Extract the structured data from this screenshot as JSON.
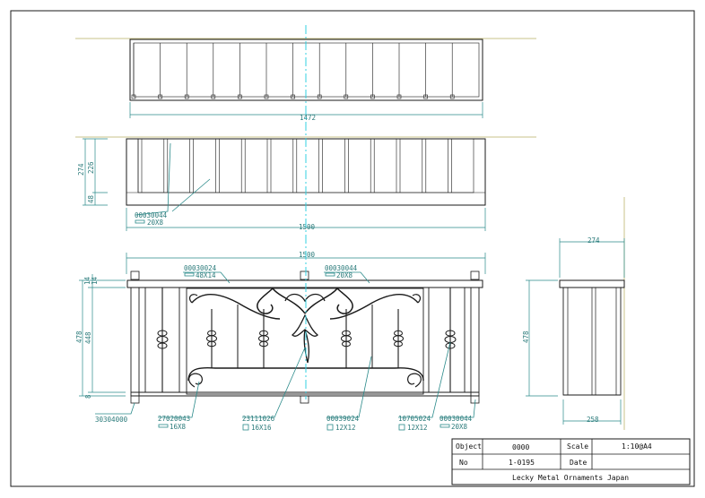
{
  "dimensions": {
    "top_width": "1472",
    "mid_width": "1500",
    "mid_height_total": "274",
    "mid_height_inner": "226",
    "mid_height_base": "48",
    "front_width": "1500",
    "front_height_total": "478",
    "front_height_inner": "448",
    "front_top_a": "14",
    "front_top_b": "14",
    "front_bottom": "8",
    "side_top_width": "274",
    "side_height": "478",
    "side_bottom_width": "258"
  },
  "part_labels": {
    "mid_part_code": "00030044",
    "mid_part_size": "20X8",
    "top_rail_code": "00030024",
    "top_rail_size": "48X14",
    "top_rail2_code": "00030044",
    "top_rail2_size": "20X8",
    "foot_code": "30304000",
    "scroll_code": "27020043",
    "scroll_size": "16X8",
    "center_code": "23111026",
    "center_size": "16X16",
    "bar_code": "00039024",
    "bar_size": "12X12",
    "collar_code": "10705024",
    "collar_size": "12X12",
    "post_code": "00030044",
    "post_size": "20X8"
  },
  "title_block": {
    "object_label": "Object",
    "object_value": "0000",
    "scale_label": "Scale",
    "scale_value": "1:10@A4",
    "no_label": "No",
    "no_value": "1-0195",
    "date_label": "Date",
    "date_value": "",
    "company": "Lecky Metal Ornaments Japan"
  },
  "colors": {
    "line": "#1a1a1a",
    "dimension": "#2a8a8a",
    "centerline": "#33d0e0",
    "ground": "#c9c38a"
  }
}
